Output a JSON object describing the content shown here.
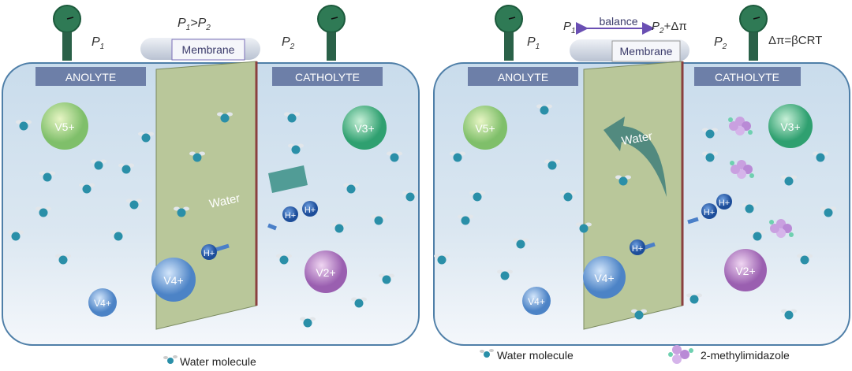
{
  "left_panel": {
    "condition": {
      "p": "P",
      "s1": "1",
      "gt": ">P",
      "s2": "2"
    },
    "p1": {
      "p": "P",
      "s": "1"
    },
    "p2": {
      "p": "P",
      "s": "2"
    },
    "membrane_label": "Membrane",
    "anolyte_label": "ANOLYTE",
    "catholyte_label": "CATHOLYTE",
    "water_label": "Water",
    "ions": {
      "v5": "V5+",
      "v4a": "V4+",
      "v4b": "V4+",
      "v3": "V3+",
      "v2": "V2+",
      "h": "H+"
    },
    "legend_water": "Water molecule"
  },
  "right_panel": {
    "p1_left": {
      "p": "P",
      "s": "1"
    },
    "balance_label": "balance",
    "p2_right": {
      "p": "P",
      "s": "2",
      "rest": "+Δπ"
    },
    "p1": {
      "p": "P",
      "s": "1"
    },
    "p2": {
      "p": "P",
      "s": "2"
    },
    "equation": "Δπ=βCRT",
    "membrane_label": "Membrane",
    "anolyte_label": "ANOLYTE",
    "catholyte_label": "CATHOLYTE",
    "water_label": "Water",
    "ions": {
      "v5": "V5+",
      "v4a": "V4+",
      "v4b": "V4+",
      "v3": "V3+",
      "v2": "V2+",
      "h": "H+"
    },
    "legend_water": "Water molecule",
    "legend_imidazole": "2-methylimidazole"
  },
  "colors": {
    "tank_border": "#4f7fa8",
    "label_bg": "#6d7fa8",
    "membrane": "#b9c79a",
    "gauge": "#2f7a55",
    "text": "#3a3a6a"
  }
}
